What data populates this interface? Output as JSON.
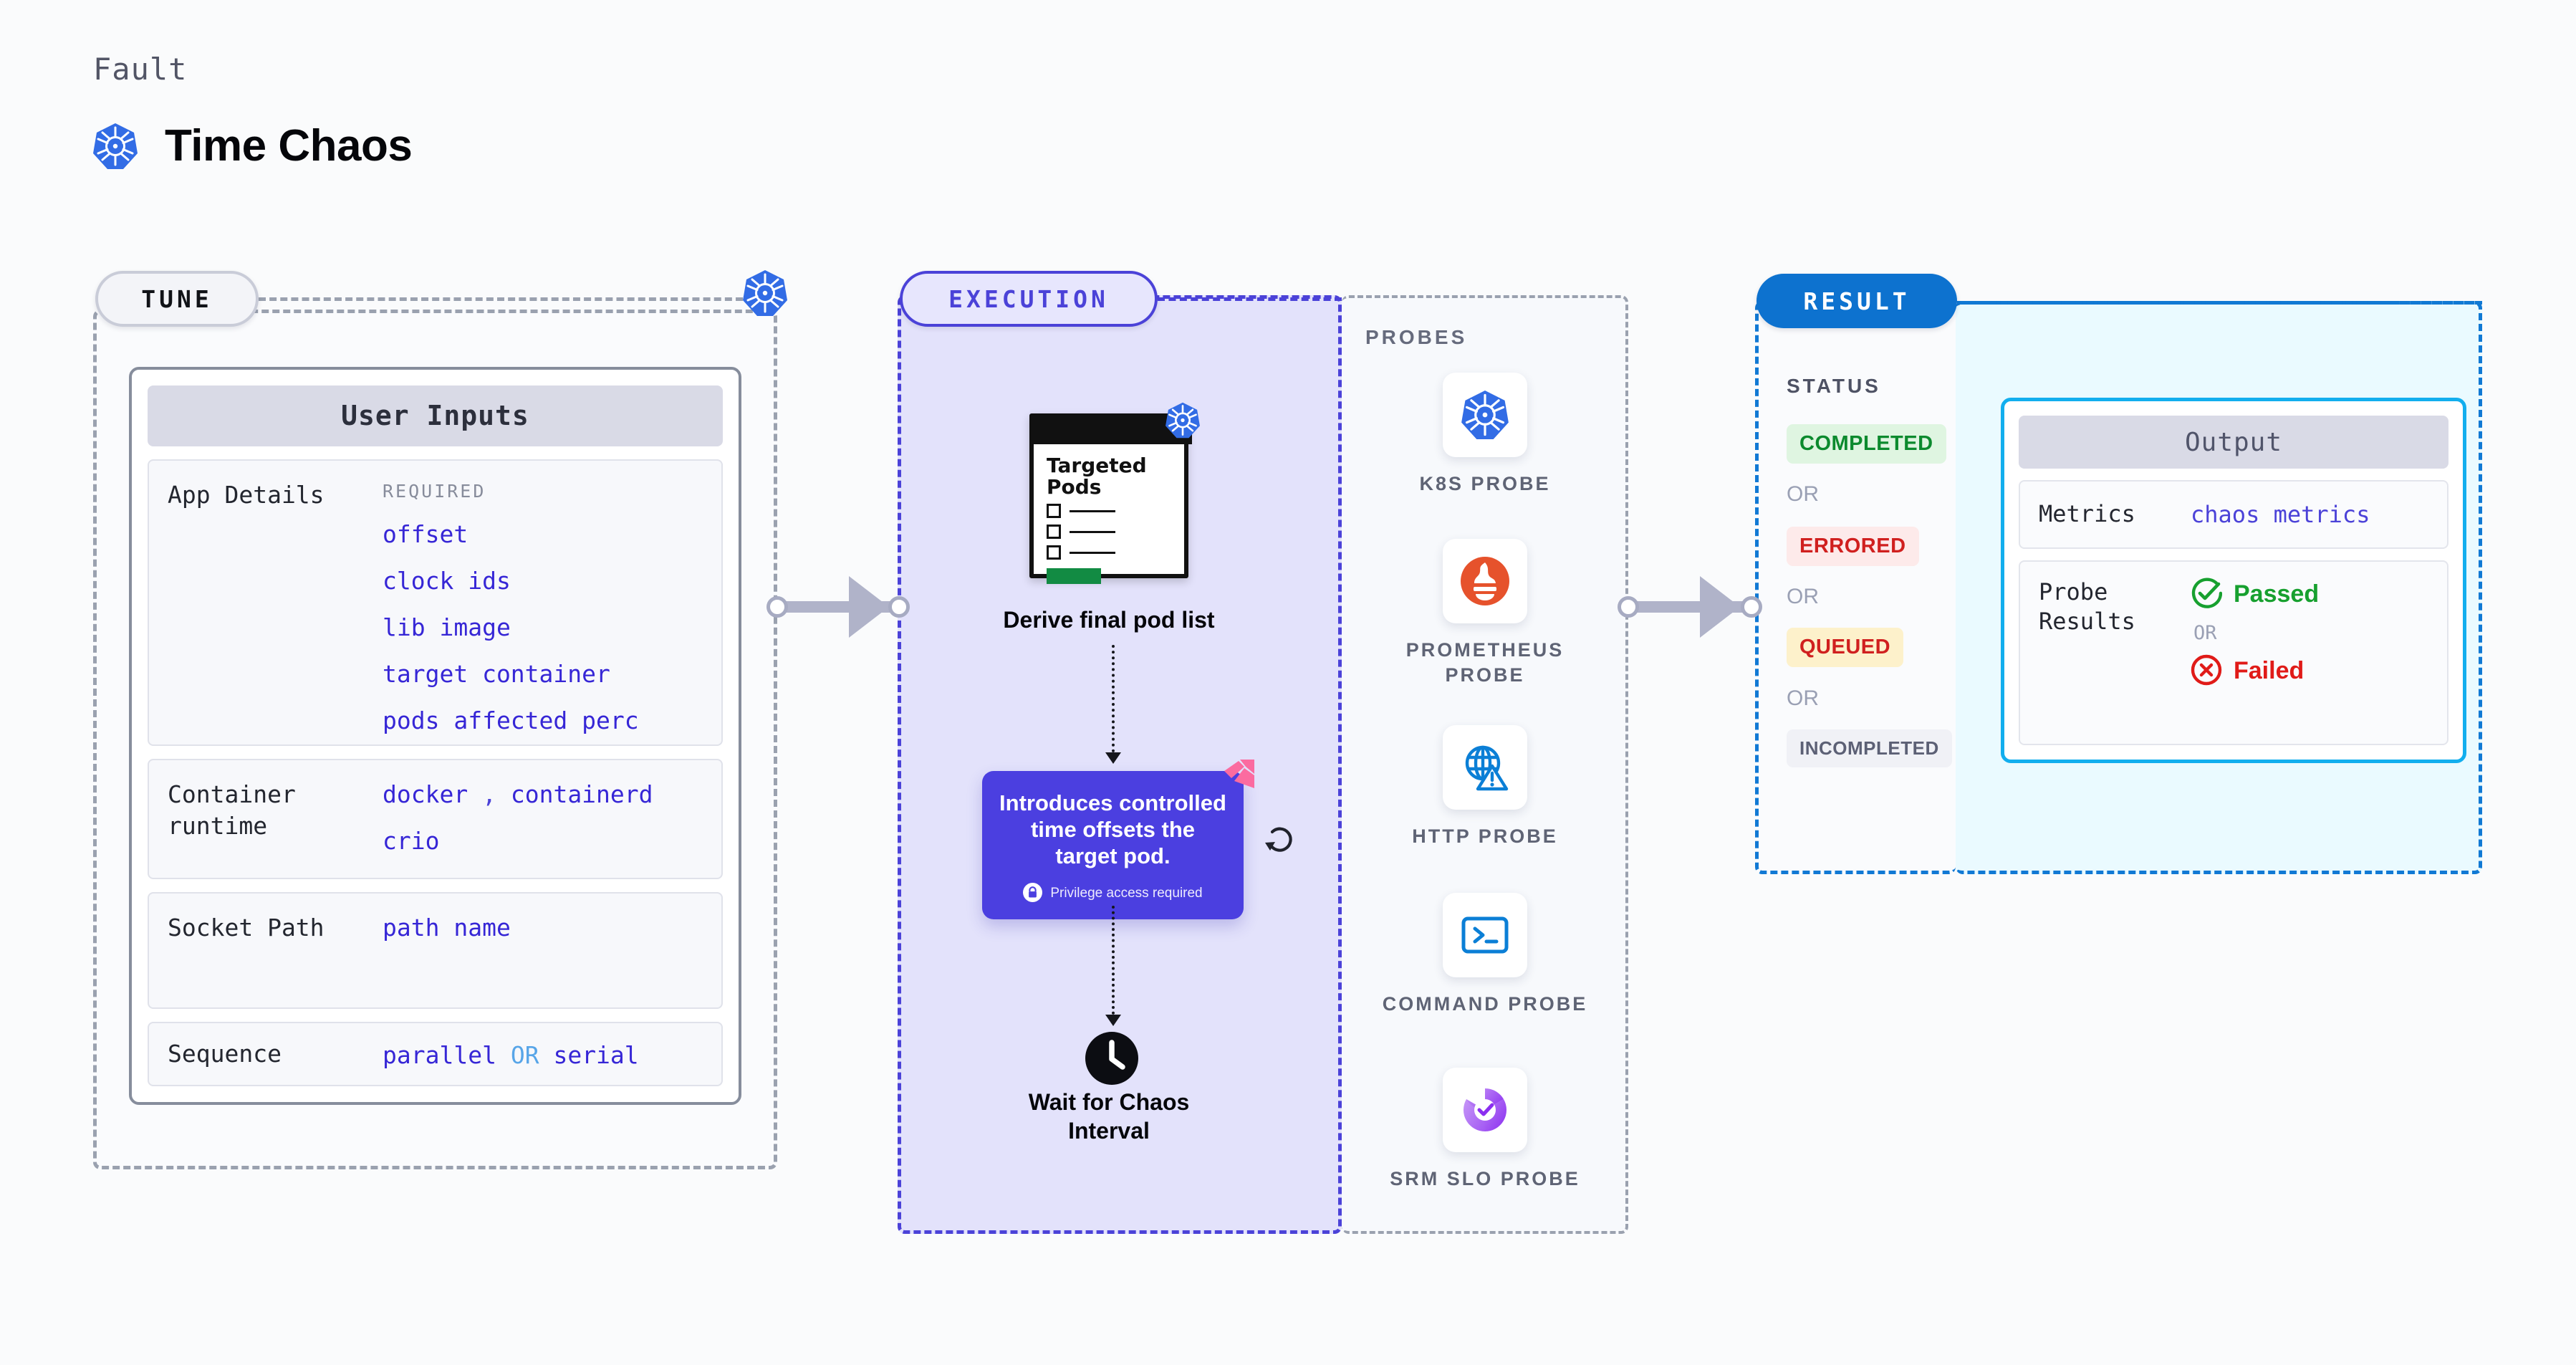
{
  "header": {
    "eyebrow": "Fault",
    "title": "Time Chaos",
    "logo_icon": "kubernetes-icon"
  },
  "stages": {
    "tune": {
      "pill_label": "TUNE",
      "badge_icon": "kubernetes-icon"
    },
    "execution": {
      "pill_label": "EXECUTION"
    },
    "result": {
      "pill_label": "RESULT"
    }
  },
  "tune": {
    "card_title": "User Inputs",
    "rows": [
      {
        "label": "App Details",
        "tag": "REQUIRED",
        "values": [
          "offset",
          "clock ids",
          "lib image",
          "target container",
          "pods affected perc"
        ]
      },
      {
        "label": "Container runtime",
        "value_line_1": "docker",
        "separator": ",",
        "value_line_1b": "containerd",
        "value_line_2": "crio"
      },
      {
        "label": "Socket Path",
        "value": "path name"
      },
      {
        "label": "Sequence",
        "value_a": "parallel",
        "or": "OR",
        "value_b": "serial"
      }
    ]
  },
  "execution": {
    "targeted_pods": {
      "heading": "Targeted Pods",
      "badge_icon": "kubernetes-icon",
      "checkbox_count": 3
    },
    "derive_caption": "Derive final pod list",
    "callout": {
      "text": "Introduces controlled time offsets the target pod.",
      "note": "Privilege access required",
      "note_icon": "lock-icon",
      "ribbon_icon": "ribbon-icon"
    },
    "retry_icon": "refresh-icon",
    "wait": {
      "icon": "clock-icon",
      "caption": "Wait for Chaos Interval"
    }
  },
  "probes": {
    "title": "PROBES",
    "items": [
      {
        "label": "K8S PROBE",
        "icon": "kubernetes-icon"
      },
      {
        "label": "PROMETHEUS PROBE",
        "icon": "prometheus-icon"
      },
      {
        "label": "HTTP PROBE",
        "icon": "globe-warning-icon"
      },
      {
        "label": "COMMAND PROBE",
        "icon": "terminal-icon"
      },
      {
        "label": "SRM SLO PROBE",
        "icon": "srm-slo-icon"
      }
    ]
  },
  "result": {
    "status_title": "STATUS",
    "statuses": [
      {
        "label": "COMPLETED",
        "bg": "#dff5e1",
        "fg": "#0c8a2e"
      },
      {
        "label": "ERRORED",
        "bg": "#fdeaea",
        "fg": "#d0201f"
      },
      {
        "label": "QUEUED",
        "bg": "#fdf1cb",
        "fg": "#d0201f"
      },
      {
        "label": "INCOMPLETED",
        "bg": "#f0f1f6",
        "fg": "#5c6075"
      }
    ],
    "or": "OR",
    "output": {
      "title": "Output",
      "metrics_label": "Metrics",
      "metrics_value": "chaos metrics",
      "probe_results_label": "Probe Results",
      "passed": "Passed",
      "failed": "Failed",
      "or": "OR",
      "passed_icon": "check-circle-icon",
      "failed_icon": "x-circle-icon"
    }
  },
  "colors": {
    "indigo": "#4b42d8",
    "blue": "#1179d4",
    "cyan": "#12aeee",
    "green": "#0c8a2e",
    "red": "#d0201f",
    "grey": "#9aa1af"
  }
}
